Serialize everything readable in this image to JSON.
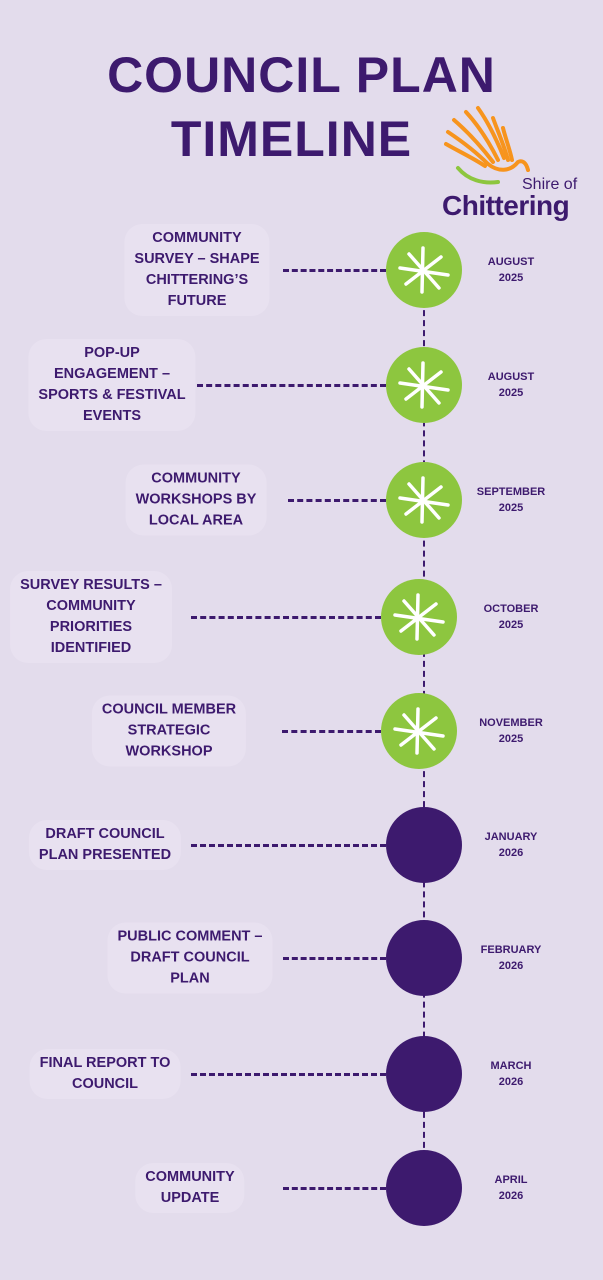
{
  "title": {
    "line1": "COUNCIL PLAN",
    "line2": "TIMELINE"
  },
  "logo": {
    "line1": "Shire of",
    "line2": "Chittering"
  },
  "colors": {
    "background": "#e3dcec",
    "purple": "#3d1a6e",
    "green": "#8dc63f"
  },
  "milestones": [
    {
      "label": "COMMUNITY\nSURVEY – SHAPE\nCHITTERING’S\nFUTURE",
      "date": "AUGUST\n2025",
      "status": "completed"
    },
    {
      "label": "POP-UP\nENGAGEMENT –\nSPORTS & FESTIVAL\nEVENTS",
      "date": "AUGUST\n2025",
      "status": "completed"
    },
    {
      "label": "COMMUNITY\nWORKSHOPS BY\nLOCAL AREA",
      "date": "SEPTEMBER\n2025",
      "status": "completed"
    },
    {
      "label": "SURVEY RESULTS –\nCOMMUNITY\nPRIORITIES\nIDENTIFIED",
      "date": "OCTOBER\n2025",
      "status": "completed"
    },
    {
      "label": "COUNCIL MEMBER\nSTRATEGIC\nWORKSHOP",
      "date": "NOVEMBER\n2025",
      "status": "completed"
    },
    {
      "label": "DRAFT COUNCIL\nPLAN PRESENTED",
      "date": "JANUARY\n2026",
      "status": "upcoming"
    },
    {
      "label": "PUBLIC COMMENT –\nDRAFT COUNCIL\nPLAN",
      "date": "FEBRUARY\n2026",
      "status": "upcoming"
    },
    {
      "label": "FINAL REPORT TO\nCOUNCIL",
      "date": "MARCH\n2026",
      "status": "upcoming"
    },
    {
      "label": "COMMUNITY\nUPDATE",
      "date": "APRIL\n2026",
      "status": "upcoming"
    }
  ]
}
